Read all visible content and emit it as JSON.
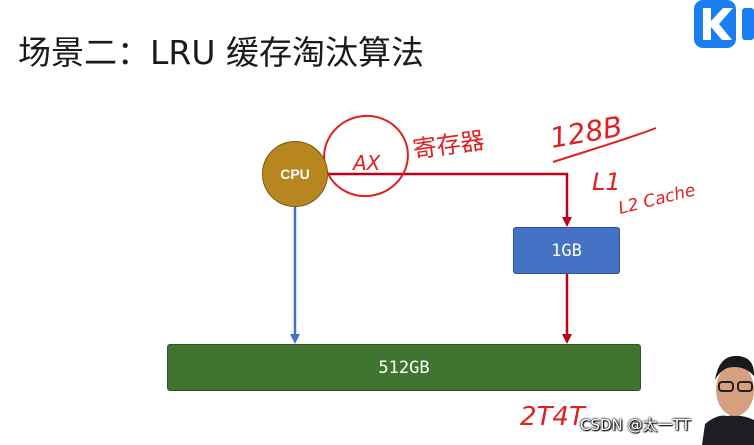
{
  "title": "场景二：LRU 缓存淘汰算法",
  "diagram": {
    "cpu_label": "CPU",
    "mid_label": "1GB",
    "bottom_label": "512GB"
  },
  "handwriting": {
    "ax": "AX",
    "register": "寄存器",
    "kb": "128B",
    "l1": "L1",
    "l2": "L2 Cache",
    "tb": "2T4T"
  },
  "colors": {
    "cpu": "#b8861f",
    "memory": "#4472c4",
    "disk": "#3f7431",
    "arrow_red": "#c0001a",
    "arrow_blue": "#4472c4",
    "ink": "#e02020"
  },
  "watermark": "CSDN @太一TT"
}
